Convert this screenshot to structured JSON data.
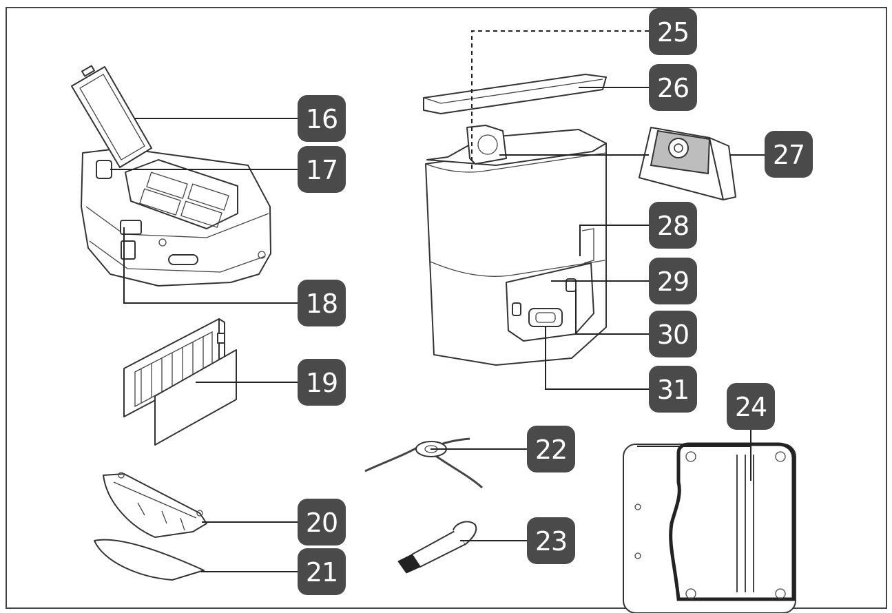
{
  "colors": {
    "badge_fill": "#4a4a4a",
    "badge_text": "#ffffff",
    "line": "#222222",
    "bag_fill": "#bdbdbd"
  },
  "callouts": [
    {
      "id": "16",
      "label": "16"
    },
    {
      "id": "17",
      "label": "17"
    },
    {
      "id": "18",
      "label": "18"
    },
    {
      "id": "19",
      "label": "19"
    },
    {
      "id": "20",
      "label": "20"
    },
    {
      "id": "21",
      "label": "21"
    },
    {
      "id": "22",
      "label": "22"
    },
    {
      "id": "23",
      "label": "23"
    },
    {
      "id": "24",
      "label": "24"
    },
    {
      "id": "25",
      "label": "25"
    },
    {
      "id": "26",
      "label": "26"
    },
    {
      "id": "27",
      "label": "27"
    },
    {
      "id": "28",
      "label": "28"
    },
    {
      "id": "29",
      "label": "29"
    },
    {
      "id": "30",
      "label": "30"
    },
    {
      "id": "31",
      "label": "31"
    }
  ]
}
